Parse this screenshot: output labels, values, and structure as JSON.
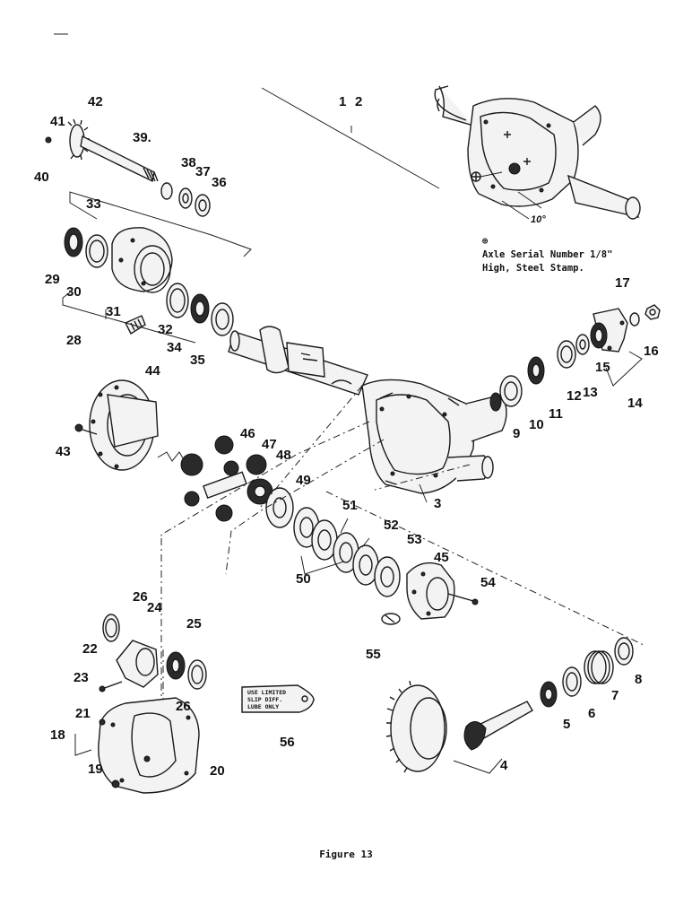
{
  "figure": {
    "caption": "Figure 13",
    "serial_note": {
      "symbol": "⊕",
      "line1": "Axle Serial Number 1/8\"",
      "line2": "High, Steel Stamp."
    },
    "angle_label": "10°",
    "tag_text": [
      "USE LIMITED",
      "SLIP DIFF.",
      "LUBE ONLY"
    ],
    "part_numbers": [
      "1",
      "2",
      "3",
      "4",
      "5",
      "6",
      "7",
      "8",
      "9",
      "10",
      "11",
      "12",
      "13",
      "14",
      "15",
      "16",
      "17",
      "18",
      "19",
      "20",
      "21",
      "22",
      "23",
      "24",
      "25",
      "26",
      "26",
      "28",
      "29",
      "30",
      "31",
      "32",
      "33",
      "34",
      "35",
      "36",
      "37",
      "38",
      "39.",
      "40",
      "41",
      "42",
      "43",
      "44",
      "45",
      "46",
      "47",
      "48",
      "49",
      "50",
      "51",
      "52",
      "53",
      "54",
      "55",
      "56"
    ]
  }
}
